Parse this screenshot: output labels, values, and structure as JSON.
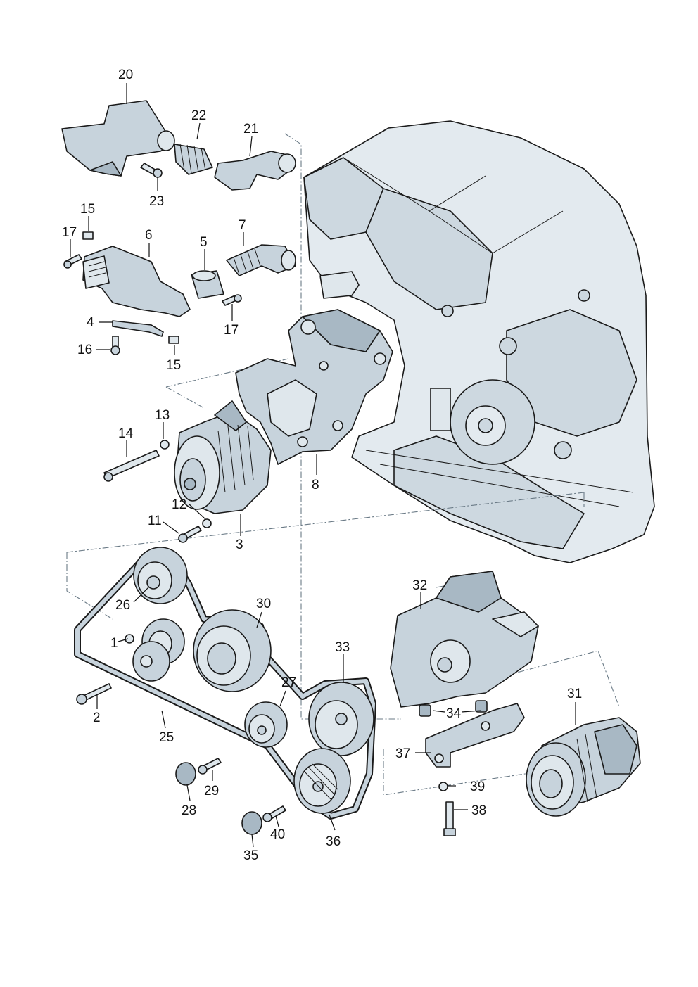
{
  "diagram": {
    "callouts": [
      {
        "id": "20",
        "text": "20"
      },
      {
        "id": "22",
        "text": "22"
      },
      {
        "id": "21",
        "text": "21"
      },
      {
        "id": "23",
        "text": "23"
      },
      {
        "id": "15a",
        "text": "15"
      },
      {
        "id": "17a",
        "text": "17"
      },
      {
        "id": "6",
        "text": "6"
      },
      {
        "id": "5",
        "text": "5"
      },
      {
        "id": "7",
        "text": "7"
      },
      {
        "id": "17b",
        "text": "17"
      },
      {
        "id": "4",
        "text": "4"
      },
      {
        "id": "16",
        "text": "16"
      },
      {
        "id": "15b",
        "text": "15"
      },
      {
        "id": "13",
        "text": "13"
      },
      {
        "id": "14",
        "text": "14"
      },
      {
        "id": "8",
        "text": "8"
      },
      {
        "id": "12",
        "text": "12"
      },
      {
        "id": "11",
        "text": "11"
      },
      {
        "id": "3",
        "text": "3"
      },
      {
        "id": "26",
        "text": "26"
      },
      {
        "id": "30",
        "text": "30"
      },
      {
        "id": "32",
        "text": "32"
      },
      {
        "id": "1",
        "text": "1"
      },
      {
        "id": "33",
        "text": "33"
      },
      {
        "id": "27",
        "text": "27"
      },
      {
        "id": "2",
        "text": "2"
      },
      {
        "id": "25",
        "text": "25"
      },
      {
        "id": "31",
        "text": "31"
      },
      {
        "id": "34",
        "text": "34"
      },
      {
        "id": "37",
        "text": "37"
      },
      {
        "id": "29",
        "text": "29"
      },
      {
        "id": "39",
        "text": "39"
      },
      {
        "id": "28",
        "text": "28"
      },
      {
        "id": "38",
        "text": "38"
      },
      {
        "id": "40",
        "text": "40"
      },
      {
        "id": "36",
        "text": "36"
      },
      {
        "id": "35",
        "text": "35"
      }
    ]
  }
}
